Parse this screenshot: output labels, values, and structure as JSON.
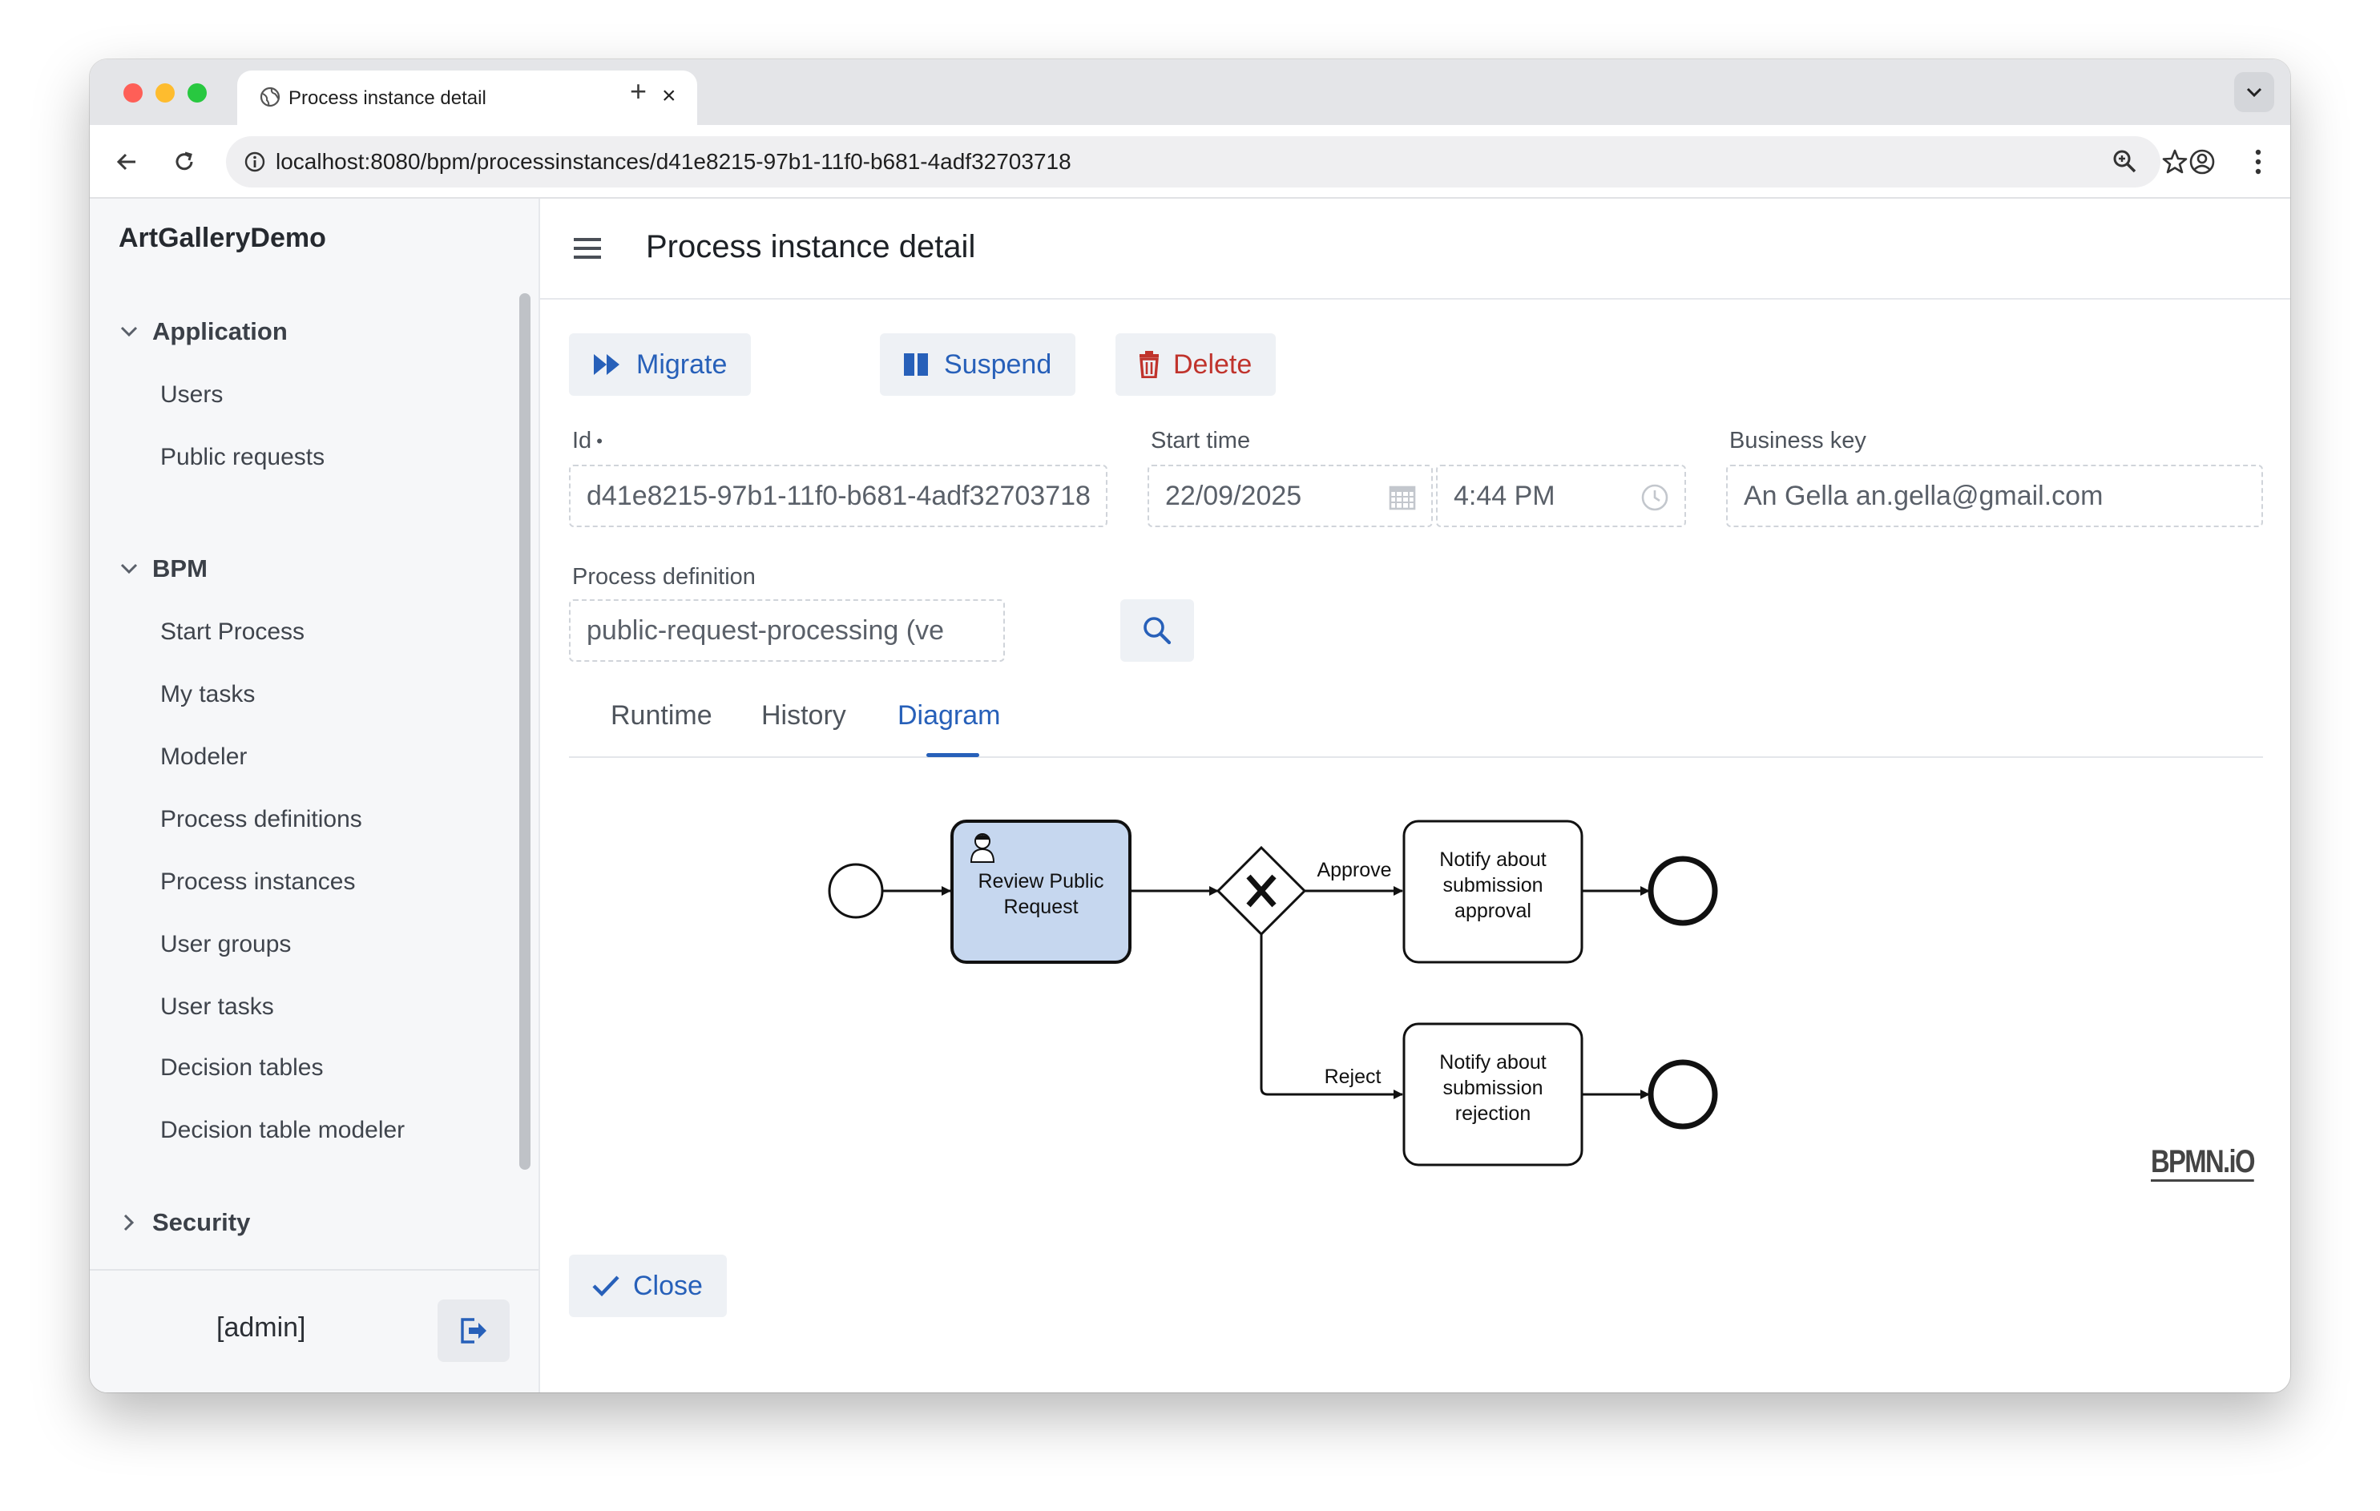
{
  "browser": {
    "tab_title": "Process instance detail",
    "url": "localhost:8080/bpm/processinstances/d41e8215-97b1-11f0-b681-4adf32703718"
  },
  "sidebar": {
    "app_title": "ArtGalleryDemo",
    "groups": [
      {
        "label": "Application",
        "expanded": true,
        "items": [
          "Users",
          "Public requests"
        ]
      },
      {
        "label": "BPM",
        "expanded": true,
        "items": [
          "Start Process",
          "My tasks",
          "Modeler",
          "Process definitions",
          "Process instances",
          "User groups",
          "User tasks",
          "Decision tables",
          "Decision table modeler"
        ]
      },
      {
        "label": "Security",
        "expanded": false,
        "items": []
      }
    ],
    "user": "[admin]"
  },
  "header": {
    "title": "Process instance detail"
  },
  "actions": {
    "migrate": "Migrate",
    "suspend": "Suspend",
    "delete": "Delete"
  },
  "form": {
    "id_label": "Id",
    "id_value": "d41e8215-97b1-11f0-b681-4adf32703718",
    "start_time_label": "Start time",
    "start_date": "22/09/2025",
    "start_time": "4:44 PM",
    "business_key_label": "Business key",
    "business_key_value": "An Gella an.gella@gmail.com",
    "process_definition_label": "Process definition",
    "process_definition_value": "public-request-processing (ve"
  },
  "tabs": [
    "Runtime",
    "History",
    "Diagram"
  ],
  "active_tab": "Diagram",
  "diagram": {
    "task_review": [
      "Review Public",
      "Request"
    ],
    "task_approval": [
      "Notify about",
      "submission",
      "approval"
    ],
    "task_rejection": [
      "Notify about",
      "submission",
      "rejection"
    ],
    "flow_approve": "Approve",
    "flow_reject": "Reject",
    "watermark": "BPMN.iO"
  },
  "footer": {
    "close": "Close"
  },
  "colors": {
    "accent": "#2760b9",
    "danger": "#c0332c",
    "active_task_fill": "#c6d7ef"
  }
}
